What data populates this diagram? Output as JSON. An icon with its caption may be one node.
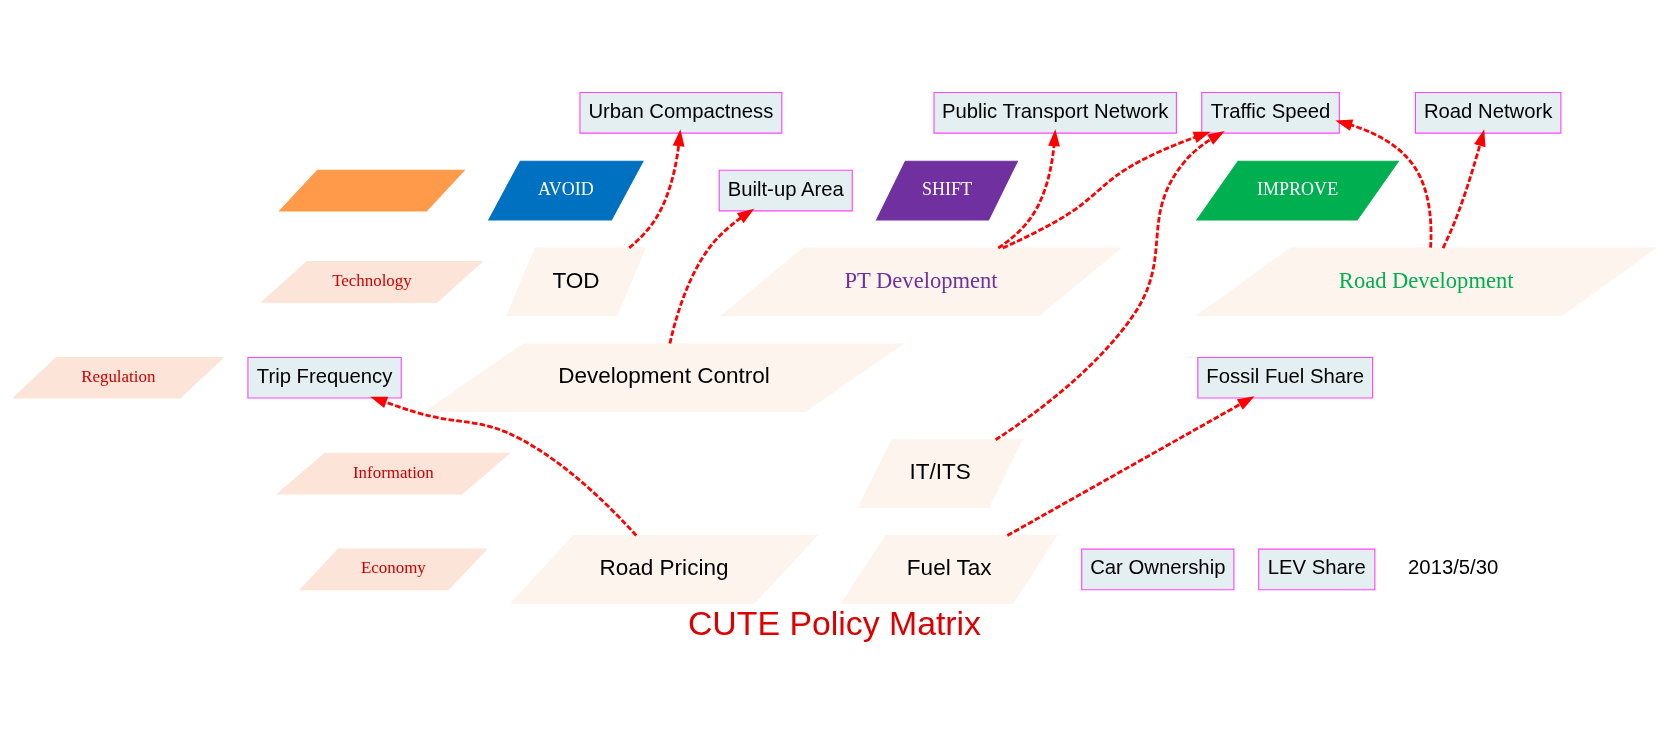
{
  "diagram": {
    "title": "CUTE Policy Matrix",
    "nodes": [
      {
        "text": [
          "Urban Compactness"
        ]
      },
      {
        "text": [
          "Car Ownership"
        ]
      },
      {
        "text": [
          "LEV Share"
        ]
      },
      {
        "text": [
          "Public Transport Network"
        ]
      },
      {
        "text": [
          "Fossil Fuel Share"
        ]
      },
      {
        "text": [
          "Built-up Area"
        ]
      },
      {
        "text": [
          "Trip Frequency"
        ]
      },
      {
        "text": [
          "Road Network"
        ]
      },
      {
        "text": [
          "Traffic Speed"
        ]
      },
      {
        "text": [],
        "shape": "bar"
      },
      {
        "text": [
          "AVOID"
        ]
      },
      {
        "text": [
          "SHIFT"
        ]
      },
      {
        "text": [
          "IMPROVE"
        ]
      },
      {
        "text": [
          "Technology"
        ]
      },
      {
        "text": [
          "TOD"
        ]
      },
      {
        "text": [
          "PT Development"
        ]
      },
      {
        "text": [
          "Road Development"
        ]
      },
      {
        "text": [
          "Regulation"
        ]
      },
      {
        "text": [
          "Development Control"
        ]
      },
      {
        "text": [
          "Information"
        ]
      },
      {
        "text": [
          "IT/ITS"
        ]
      },
      {
        "text": [
          "Economy"
        ]
      },
      {
        "text": [
          "Road Pricing"
        ]
      },
      {
        "text": [
          "Fuel Tax"
        ]
      }
    ],
    "edges": [
      {
        "from": 22,
        "to": 6,
        "arrow": "to",
        "style": "dashed"
      },
      {
        "from": 18,
        "to": 5,
        "arrow": "to",
        "style": "dashed"
      },
      {
        "from": 14,
        "to": 0,
        "arrow": "to",
        "style": "dashed"
      },
      {
        "from": 16,
        "to": 7,
        "arrow": "to",
        "style": "dashed"
      },
      {
        "from": 16,
        "to": 8,
        "arrow": "to",
        "style": "dashed"
      },
      {
        "from": 23,
        "to": 4,
        "arrow": "to",
        "style": "dashed"
      },
      {
        "from": 20,
        "to": 8,
        "arrow": "to",
        "style": "dashed"
      },
      {
        "from": 15,
        "to": 8,
        "arrow": "to",
        "style": "dashed"
      },
      {
        "from": 15,
        "to": 3,
        "arrow": "to",
        "style": "dashed"
      }
    ],
    "labels": [
      "2013/5/30"
    ]
  }
}
